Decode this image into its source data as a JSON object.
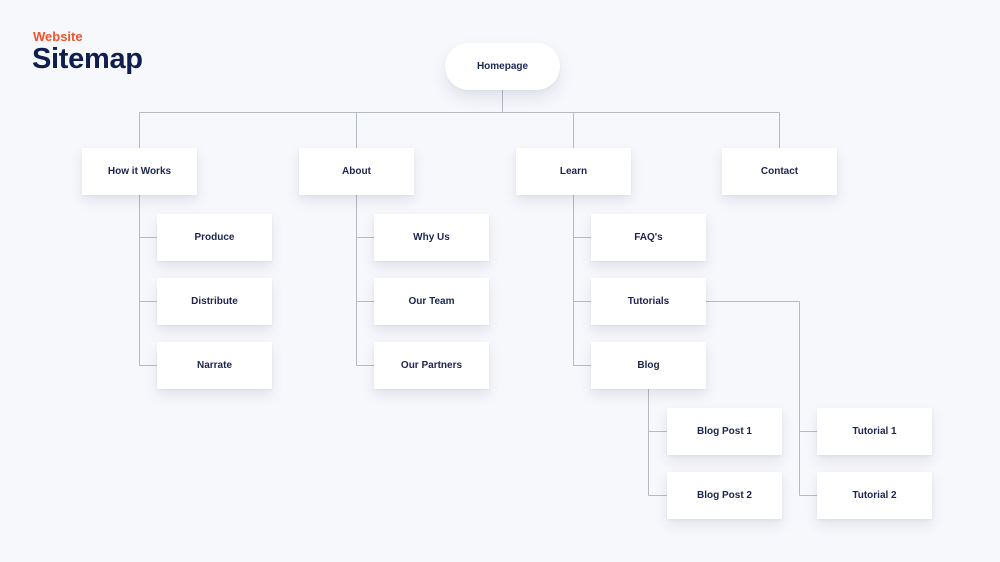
{
  "header": {
    "eyebrow": "Website",
    "title": "Sitemap"
  },
  "sitemap": {
    "root": "Homepage",
    "sections": [
      {
        "label": "How it Works",
        "children": [
          "Produce",
          "Distribute",
          "Narrate"
        ]
      },
      {
        "label": "About",
        "children": [
          "Why Us",
          "Our Team",
          "Our Partners"
        ]
      },
      {
        "label": "Learn",
        "children": [
          "FAQ's",
          "Tutorials",
          "Blog"
        ]
      },
      {
        "label": "Contact",
        "children": []
      }
    ],
    "blog_children": [
      "Blog Post 1",
      "Blog Post 2"
    ],
    "tutorial_children": [
      "Tutorial 1",
      "Tutorial 2"
    ]
  },
  "colors": {
    "accent": "#f0532b",
    "title": "#0f1f4d",
    "node_text": "#1b2550",
    "connector": "#b6bac4",
    "background": "#f7f8fc"
  }
}
